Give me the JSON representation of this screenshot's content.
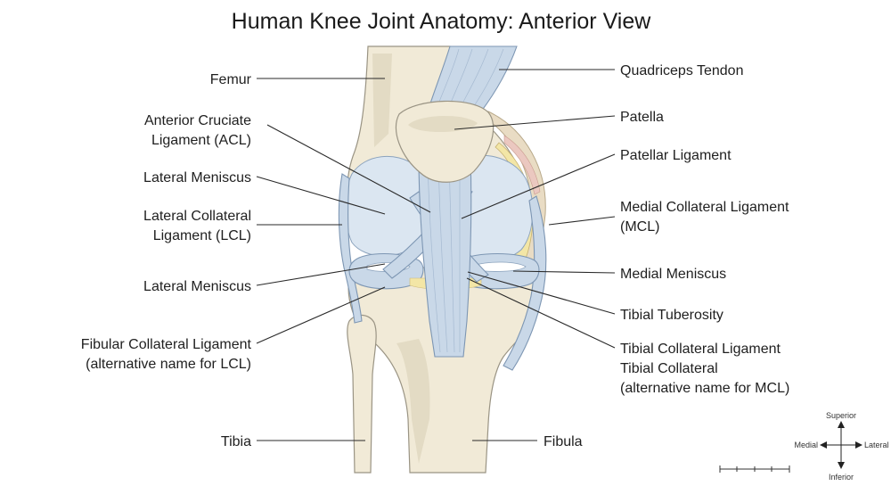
{
  "title": "Human Knee Joint Anatomy: Anterior View",
  "labels": {
    "femur": "Femur",
    "acl_line1": "Anterior Cruciate",
    "acl_line2": "Ligament (ACL)",
    "lateral_meniscus_upper": "Lateral Meniscus",
    "lcl_line1": "Lateral Collateral",
    "lcl_line2": "Ligament (LCL)",
    "lateral_meniscus_lower": "Lateral Meniscus",
    "fibular_line1": "Fibular Collateral Ligament",
    "fibular_line2": "(alternative name for LCL)",
    "tibia": "Tibia",
    "quadriceps": "Quadriceps Tendon",
    "patella": "Patella",
    "patellar_ligament": "Patellar Ligament",
    "mcl_line1": "Medial Collateral Ligament",
    "mcl_line2": "(MCL)",
    "medial_meniscus": "Medial Meniscus",
    "tibial_tuberosity": "Tibial Tuberosity",
    "tibial_coll_line1": "Tibial Collateral Ligament",
    "tibial_coll_line2": "Tibial Collateral",
    "tibial_coll_line3": "(alternative name for MCL)",
    "fibula": "Fibula"
  },
  "compass": {
    "superior": "Superior",
    "inferior": "Inferior",
    "medial": "Medial",
    "lateral": "Lateral"
  },
  "colors": {
    "bone": "#f1ead7",
    "ligament": "#c9d8e8",
    "cartilage": "#f3e6a6"
  }
}
